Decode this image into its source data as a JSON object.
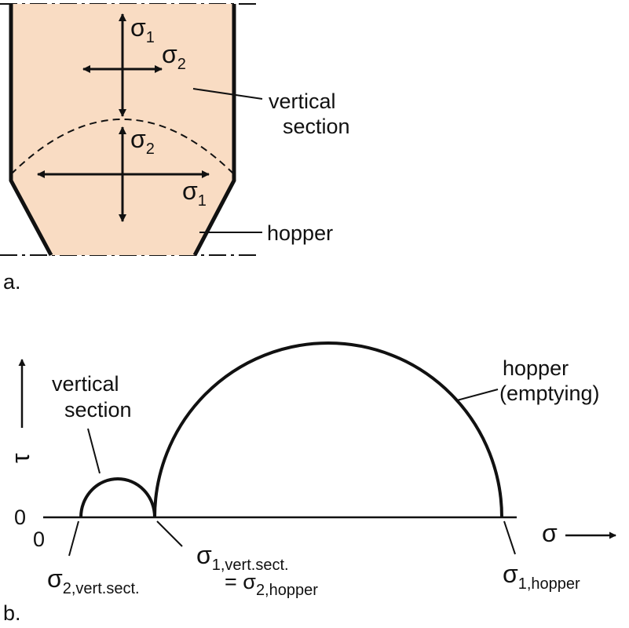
{
  "colors": {
    "silo_fill": "#f9dcc3",
    "ink": "#111111",
    "background": "#ffffff"
  },
  "part_a": {
    "panel_label": "a.",
    "upper_arrows": {
      "major": "σ",
      "major_sub": "1",
      "minor": "σ",
      "minor_sub": "2"
    },
    "lower_arrows": {
      "major": "σ",
      "major_sub": "1",
      "minor": "σ",
      "minor_sub": "2"
    },
    "vertical_section_label": [
      "vertical",
      "section"
    ],
    "hopper_label": "hopper"
  },
  "part_b": {
    "panel_label": "b.",
    "tau_axis": "τ",
    "sigma_axis": "σ",
    "origin_x": "0",
    "origin_y": "0",
    "vertical_section_label": [
      "vertical",
      "section"
    ],
    "hopper_label": [
      "hopper",
      "(emptying)"
    ],
    "sigma2_vert": {
      "sym": "σ",
      "sub": "2,vert.sect."
    },
    "sigma1_vert": {
      "sym": "σ",
      "sub": "1,vert.sect."
    },
    "sigma2_hopper": {
      "prefix": "= σ",
      "sub": "2,hopper"
    },
    "sigma1_hopper": {
      "sym": "σ",
      "sub": "1,hopper"
    }
  }
}
